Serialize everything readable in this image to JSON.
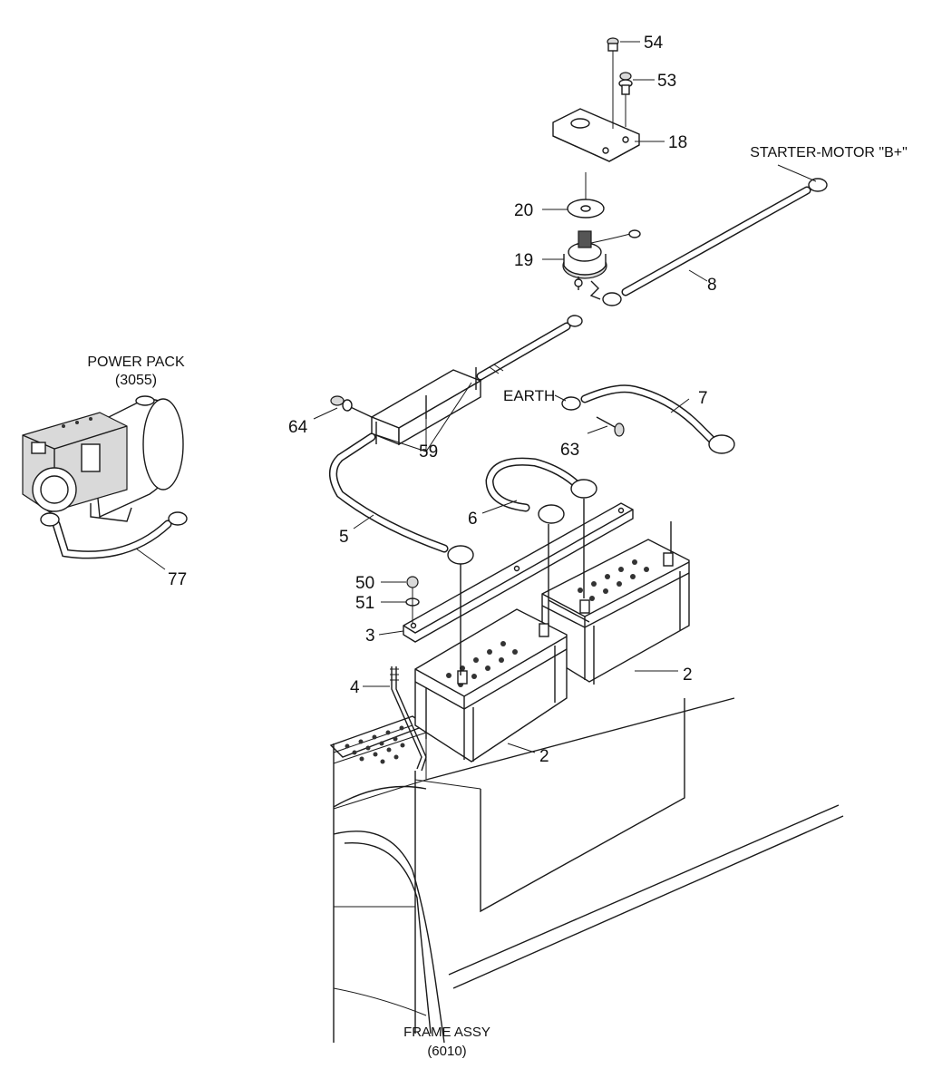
{
  "diagram": {
    "labels": {
      "power_pack": "POWER PACK",
      "power_pack_code": "(3055)",
      "starter_motor": "STARTER-MOTOR \"B+\"",
      "earth": "EARTH",
      "frame_assy": "FRAME ASSY",
      "frame_assy_code": "(6010)"
    },
    "callouts": {
      "c54": "54",
      "c53": "53",
      "c18": "18",
      "c20": "20",
      "c19": "19",
      "c8": "8",
      "c7": "7",
      "c64": "64",
      "c59": "59",
      "c63": "63",
      "c6": "6",
      "c5": "5",
      "c77": "77",
      "c50": "50",
      "c51": "51",
      "c3": "3",
      "c4": "4",
      "c2a": "2",
      "c2b": "2"
    }
  }
}
